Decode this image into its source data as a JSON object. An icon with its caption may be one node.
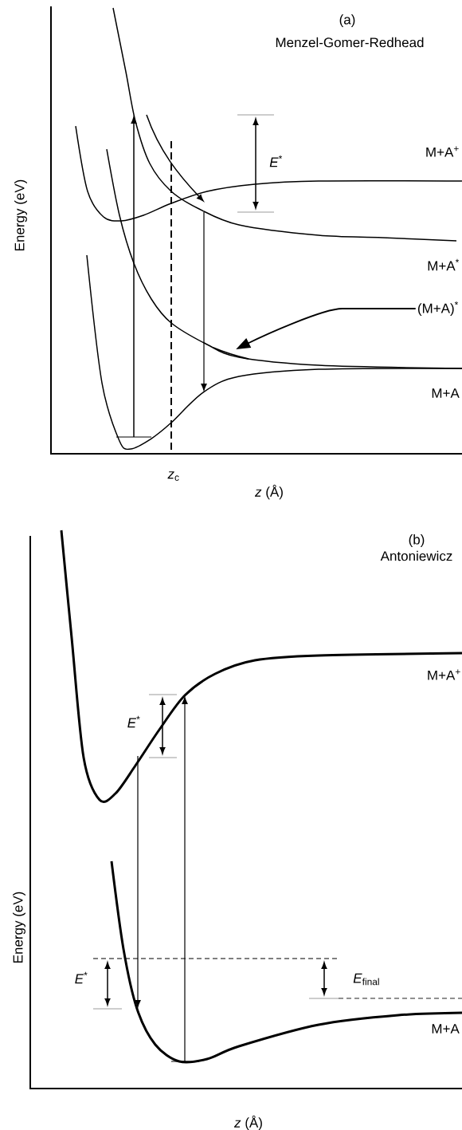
{
  "diagram": {
    "nodes": [
      {
        "text": [
          "(M+A)$^{*}$"
        ]
      },
      {
        "text": [],
        "shape": "curve"
      }
    ],
    "edges": [
      {
        "from": 0,
        "to": 1,
        "arrow": "to"
      }
    ],
    "labels": [
      "(a)",
      "Menzel-Gomer-Redhead",
      "*E*$^{*}$",
      "M+A$^{+}$",
      "Energy (eV)",
      "M+A$^{*}$",
      "M+A",
      "*z*$_{c}$",
      "*z* (Å)",
      "(b)",
      "Antoniewicz",
      "M+A$^{+}$",
      "*E*$^{*}$",
      "Energy (eV)",
      "*E*$^{*}$",
      "*E*$_{final}$",
      "M+A",
      "*z* (Å)"
    ]
  }
}
